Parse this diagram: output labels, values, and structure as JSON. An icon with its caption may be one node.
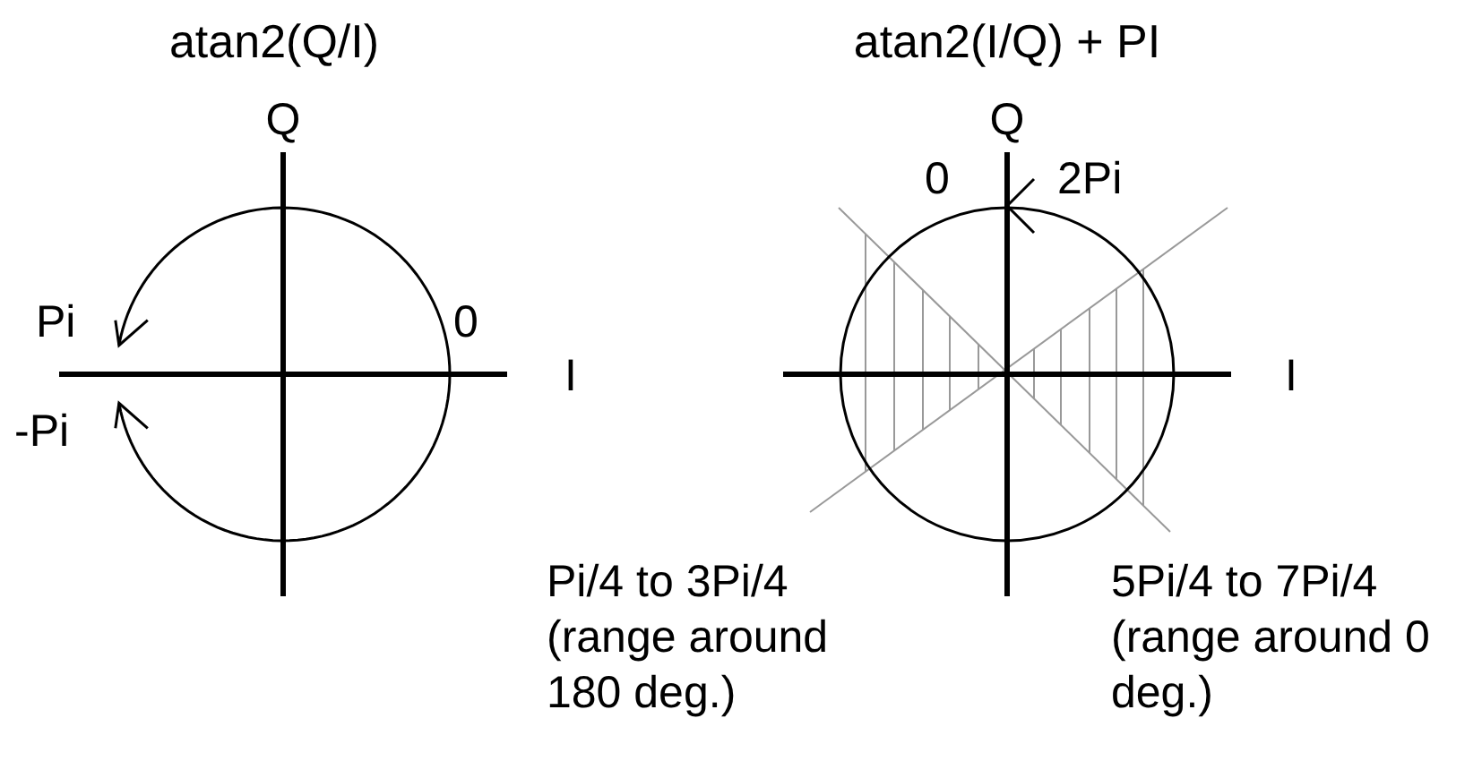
{
  "diagram": {
    "labels": [
      "atan2(Q/I)",
      "atan2(I/Q) + PI",
      "Q",
      "Pi",
      "0",
      "I",
      "-Pi",
      "Q",
      "0",
      "2Pi",
      "I",
      "Pi/4 to 3Pi/4 (range around 180 deg.)",
      "5Pi/4 to 7Pi/4 (range around 0 deg.)"
    ]
  }
}
